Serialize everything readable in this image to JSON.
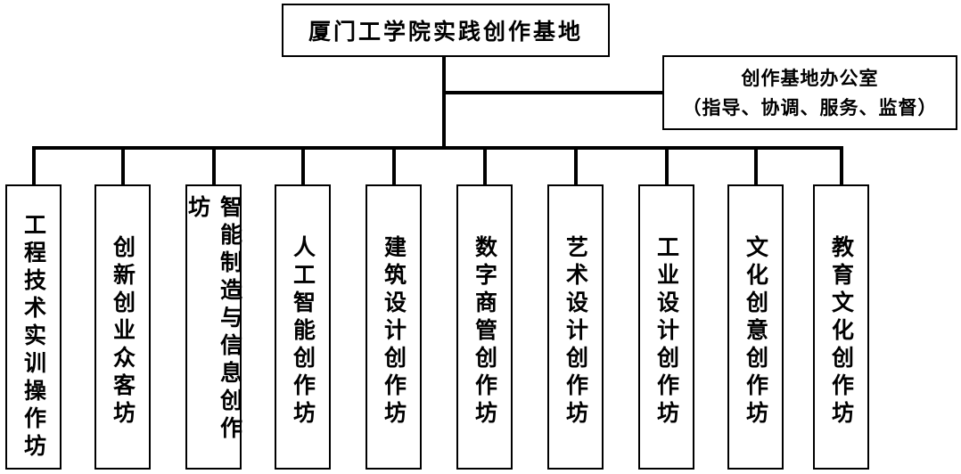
{
  "root": "厦门工学院实践创作基地",
  "office": {
    "line1": "创作基地办公室",
    "line2": "（指导、协调、服务、监督）"
  },
  "leaves": [
    "工程技术实训操作坊",
    "创新创业众客坊",
    "智能制造与信息创作坊",
    "人工智能创作坊",
    "建筑设计创作坊",
    "数字商管创作坊",
    "艺术设计创作坊",
    "工业设计创作坊",
    "文化创意创作坊",
    "教育文化创作坊"
  ]
}
